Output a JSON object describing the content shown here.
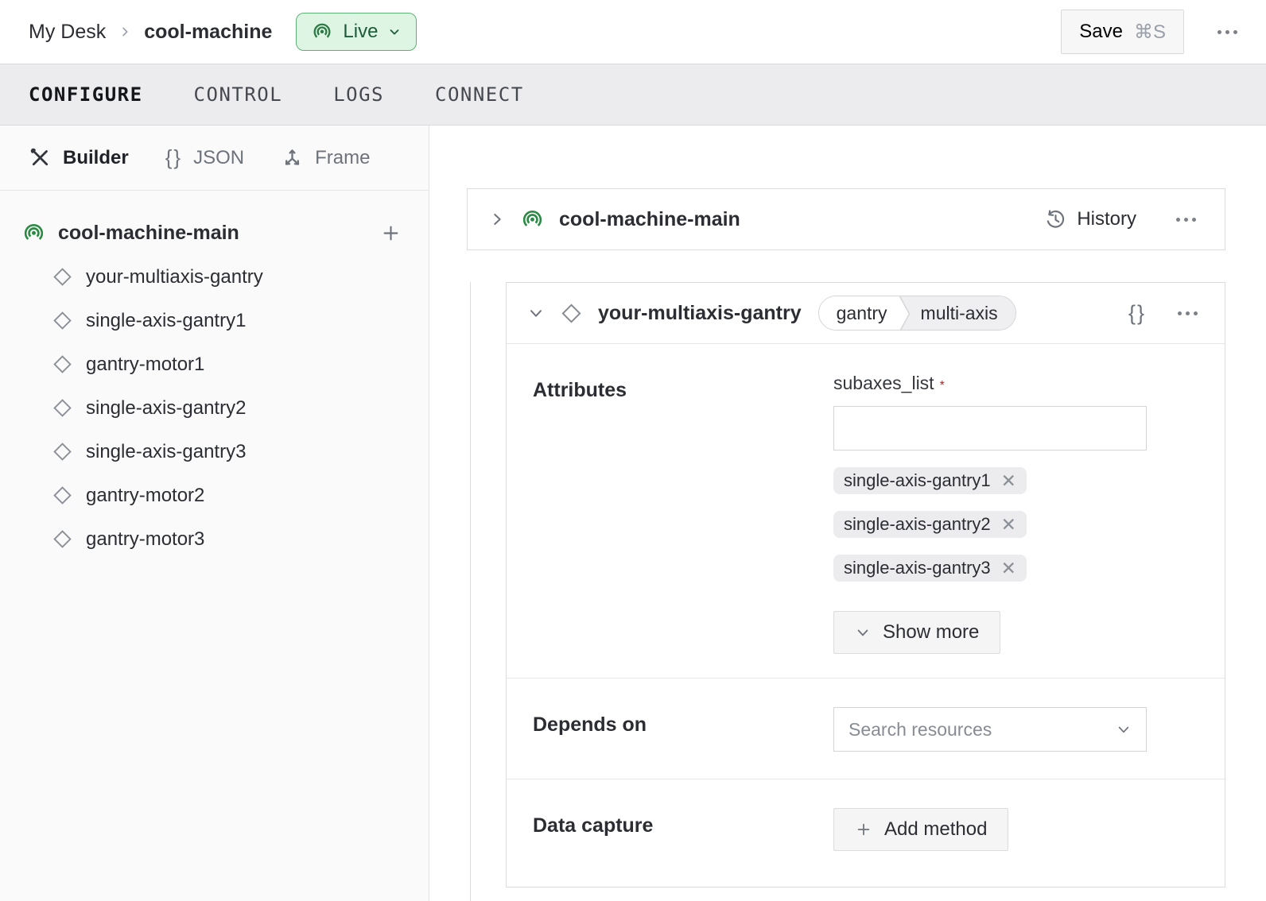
{
  "header": {
    "breadcrumb": {
      "parent": "My Desk",
      "current": "cool-machine"
    },
    "live": {
      "label": "Live"
    },
    "save": {
      "label": "Save",
      "shortcut": "⌘S"
    }
  },
  "tabs": [
    {
      "label": "CONFIGURE",
      "active": true
    },
    {
      "label": "CONTROL",
      "active": false
    },
    {
      "label": "LOGS",
      "active": false
    },
    {
      "label": "CONNECT",
      "active": false
    }
  ],
  "sidebar": {
    "views": [
      {
        "label": "Builder",
        "icon": "tools-icon",
        "active": true
      },
      {
        "label": "JSON",
        "icon": "braces-icon",
        "braces": "{}",
        "active": false
      },
      {
        "label": "Frame",
        "icon": "frame-axes-icon",
        "active": false
      }
    ],
    "tree": {
      "root": {
        "label": "cool-machine-main",
        "icon": "broadcast-icon"
      },
      "items": [
        "your-multiaxis-gantry",
        "single-axis-gantry1",
        "gantry-motor1",
        "single-axis-gantry2",
        "single-axis-gantry3",
        "gantry-motor2",
        "gantry-motor3"
      ]
    }
  },
  "main": {
    "machine_card": {
      "title": "cool-machine-main",
      "history_label": "History"
    },
    "component_card": {
      "title": "your-multiaxis-gantry",
      "badges": {
        "type": "gantry",
        "model": "multi-axis"
      },
      "braces_icon": "{}",
      "attributes": {
        "heading": "Attributes",
        "field_label": "subaxes_list",
        "required_marker": "*",
        "input_value": "",
        "chips": [
          "single-axis-gantry1",
          "single-axis-gantry2",
          "single-axis-gantry3"
        ],
        "show_more_label": "Show more"
      },
      "depends_on": {
        "heading": "Depends on",
        "placeholder": "Search resources"
      },
      "data_capture": {
        "heading": "Data capture",
        "add_label": "Add method"
      }
    }
  },
  "colors": {
    "accent_green": "#2c8a44",
    "live_bg": "#ddf5e2",
    "live_border": "#5fb277",
    "required_red": "#ba2227",
    "tabbar_bg": "#ececee",
    "sidebar_bg": "#fafafa",
    "border": "#dcdcde"
  }
}
